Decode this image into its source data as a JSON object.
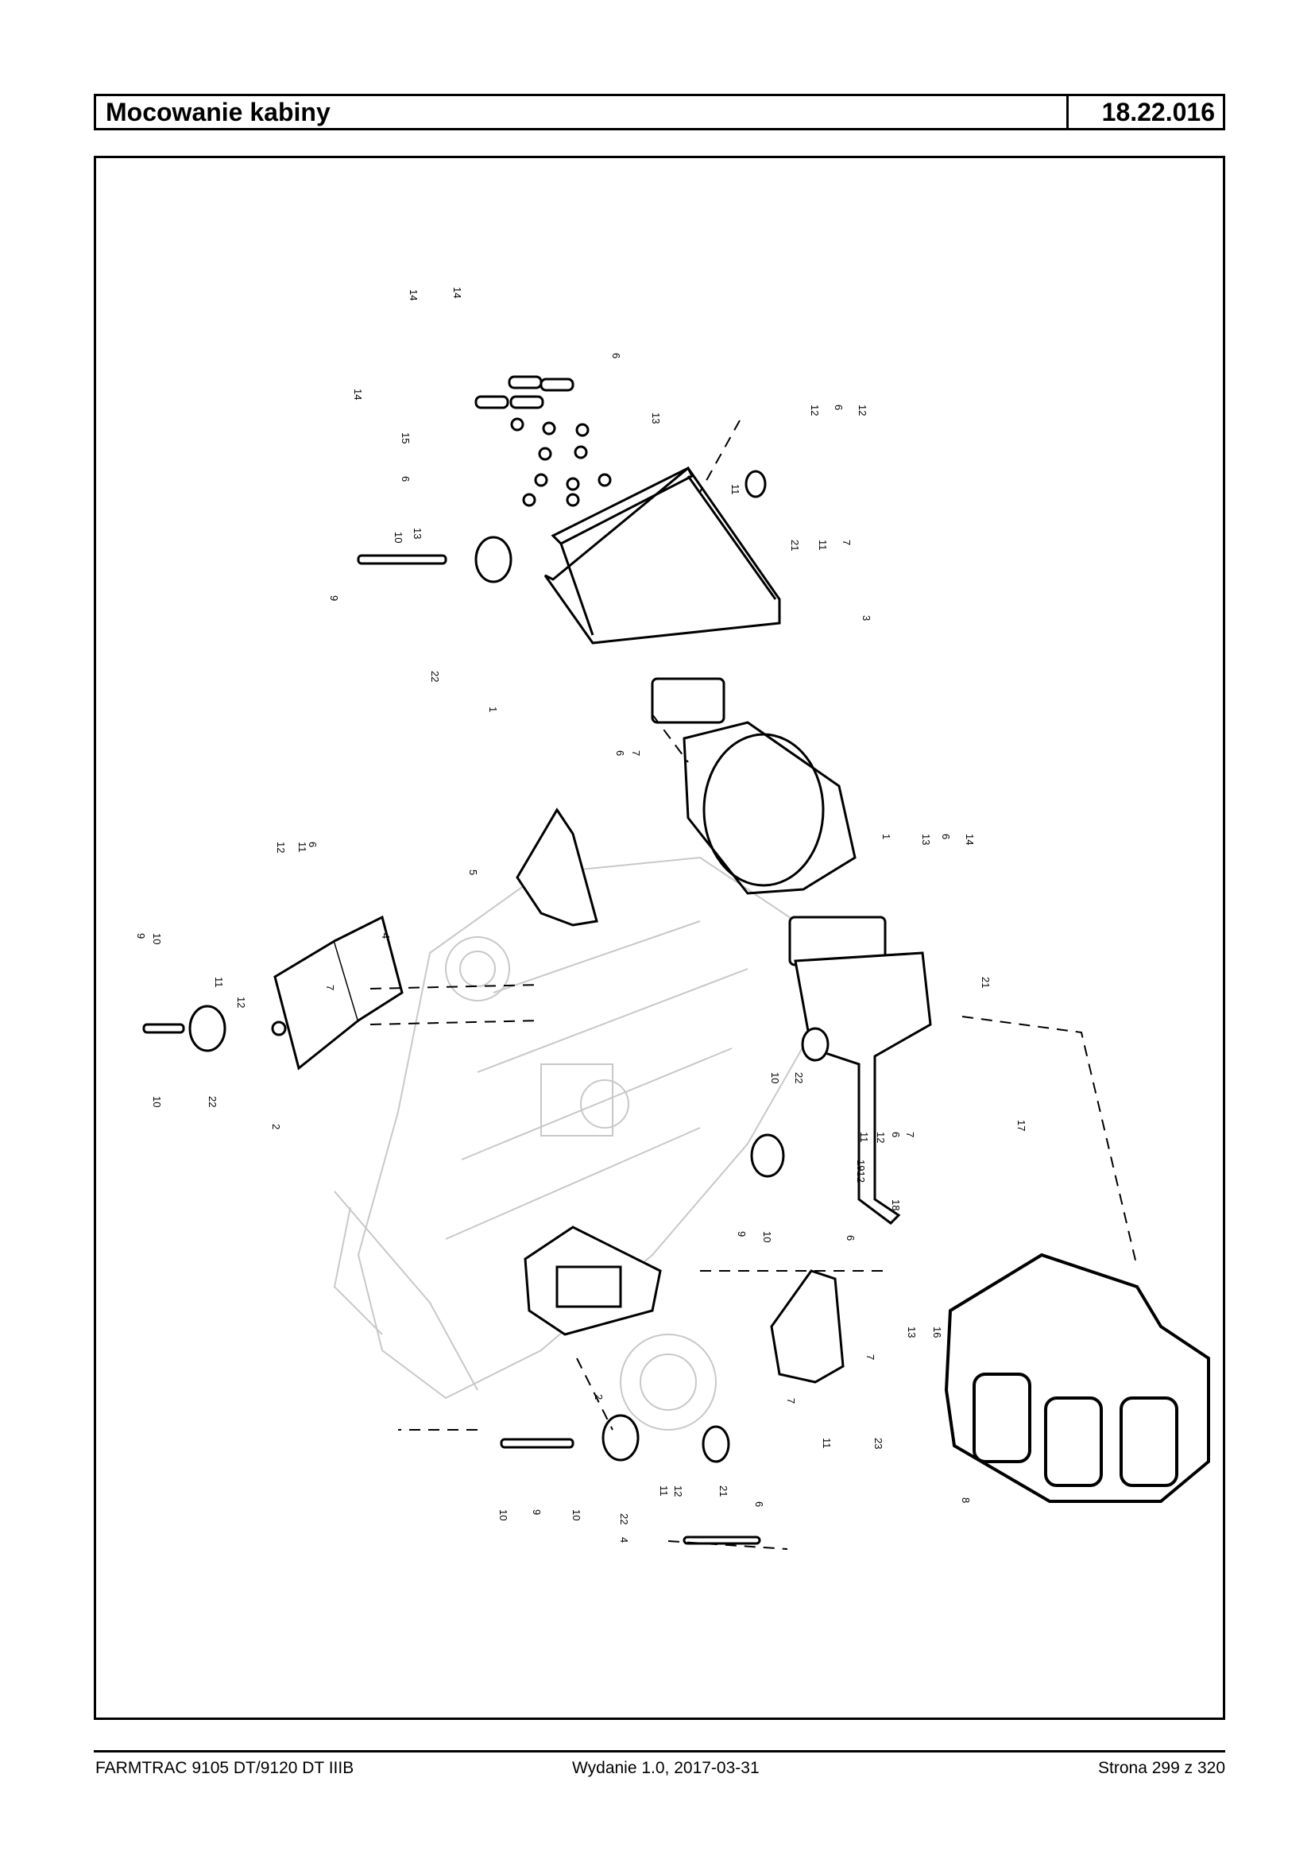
{
  "header": {
    "title": "Mocowanie kabiny",
    "code": "18.22.016"
  },
  "diagram": {
    "callouts": [
      "14",
      "14",
      "14",
      "6",
      "13",
      "15",
      "6",
      "13",
      "10",
      "9",
      "22",
      "3",
      "12",
      "6",
      "12",
      "11",
      "21",
      "11",
      "7",
      "1",
      "6",
      "7",
      "5",
      "1",
      "13",
      "6",
      "14",
      "12",
      "11",
      "6",
      "9",
      "10",
      "4",
      "11",
      "12",
      "7",
      "10",
      "22",
      "2",
      "21",
      "22",
      "10",
      "11",
      "12",
      "6",
      "7",
      "17",
      "1912",
      "9",
      "10",
      "18",
      "6",
      "13",
      "16",
      "7",
      "2",
      "23",
      "7",
      "11",
      "10",
      "9",
      "10",
      "4",
      "22",
      "11",
      "12",
      "21",
      "6",
      "8"
    ]
  },
  "footer": {
    "model": "FARMTRAC 9105 DT/9120 DT IIIB",
    "edition": "Wydanie 1.0,  2017-03-31",
    "page": "Strona 299 z 320"
  }
}
